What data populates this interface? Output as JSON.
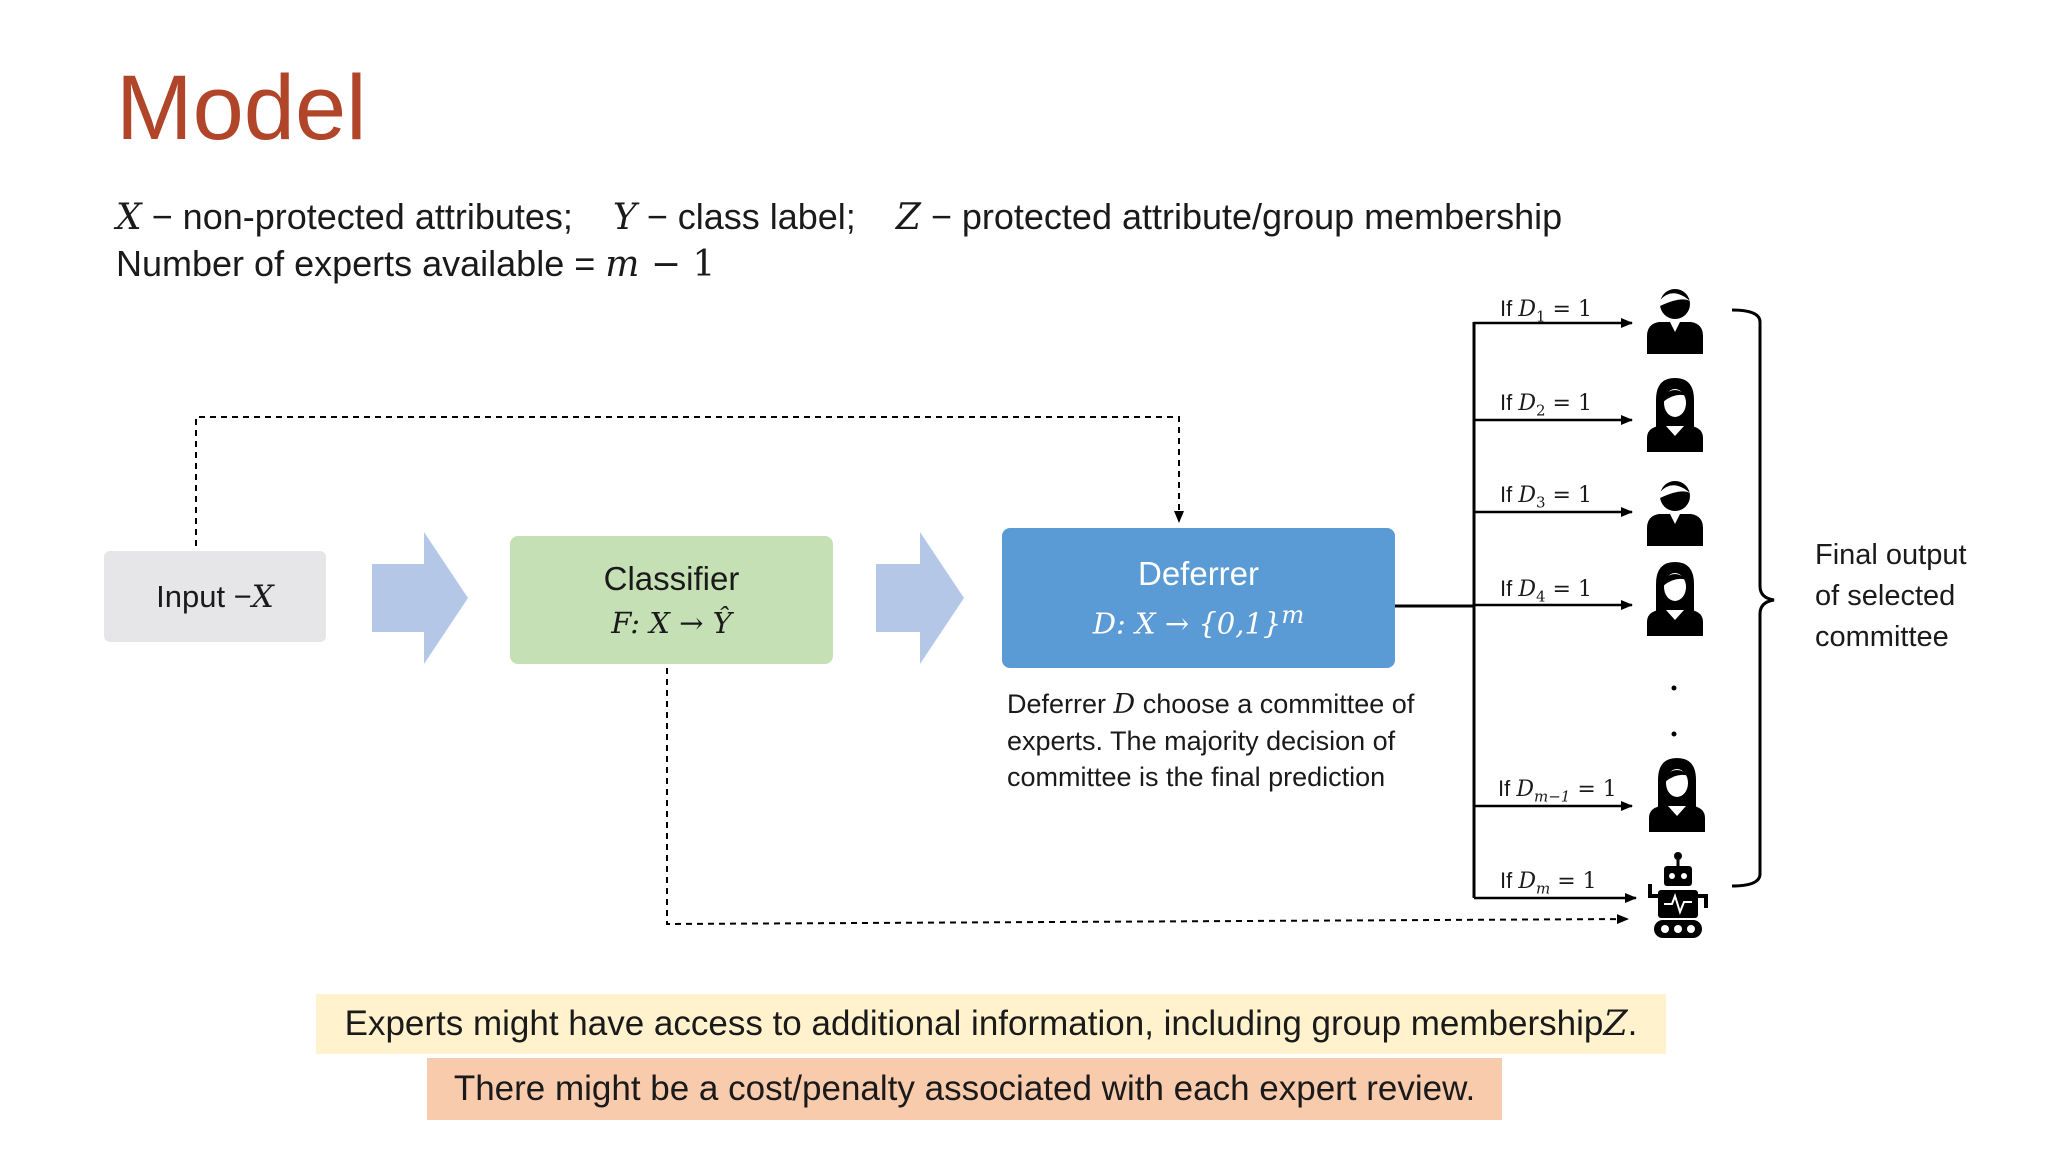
{
  "slide": {
    "title": "Model",
    "legend": {
      "x_sym": "X",
      "x_desc": " − non-protected attributes;",
      "y_sym": "Y",
      "y_desc": " − class label;",
      "z_sym": "Z",
      "z_desc": " − protected attribute/group membership"
    },
    "experts": {
      "text": "Number of experts available = ",
      "m_sym": "m",
      "suffix": " − 1"
    }
  },
  "diagram": {
    "input": {
      "label": "Input −",
      "sym": "X"
    },
    "classifier": {
      "label": "Classifier",
      "formula": "F: X → Ŷ"
    },
    "deferrer": {
      "label": "Deferrer",
      "formula": "D: X → {0,1}",
      "sup": "m"
    },
    "note": {
      "pre": "Deferrer ",
      "sym": "D",
      "post": " choose a committee of experts. The majority decision of committee is the final prediction"
    },
    "conditions": [
      {
        "if": "If ",
        "var": "D",
        "sub": "1",
        "eq": " = 1"
      },
      {
        "if": "If ",
        "var": "D",
        "sub": "2",
        "eq": " = 1"
      },
      {
        "if": "If ",
        "var": "D",
        "sub": "3",
        "eq": " = 1"
      },
      {
        "if": "If ",
        "var": "D",
        "sub": "4",
        "eq": " = 1"
      },
      {
        "if": "If ",
        "var": "D",
        "sub": "m−1",
        "eq": " = 1"
      },
      {
        "if": "If ",
        "var": "D",
        "sub": "m",
        "eq": " = 1"
      }
    ],
    "experts_icons": [
      "man-expert-icon",
      "woman-expert-icon",
      "man-expert-icon",
      "woman-expert-icon",
      "woman-expert-icon",
      "robot-icon"
    ],
    "final_output": [
      "Final output",
      "of selected",
      "committee"
    ]
  },
  "callouts": {
    "first_text": "Experts might have access to additional information, including group membership ",
    "first_sym": "Z",
    "first_end": ".",
    "second_text": "There might be a cost/penalty associated with each expert review."
  },
  "colors": {
    "title": "#b0452a",
    "input_box": "#e6e6e9",
    "classifier_box": "#c5e0b4",
    "deferrer_box": "#5b9bd5",
    "flow_arrow": "#b4c7e7",
    "callout_yellow": "#fff2cc",
    "callout_orange": "#f8cbad"
  }
}
